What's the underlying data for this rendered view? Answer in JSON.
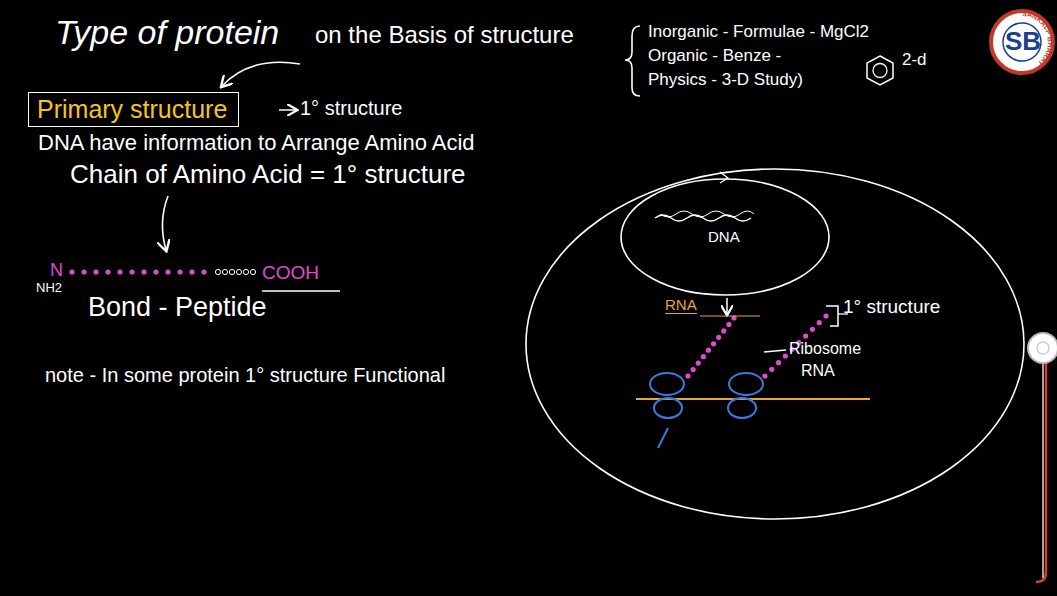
{
  "diagram": {
    "title": "Type of protein",
    "nodes": [
      {
        "text": [
          "Primary structure"
        ]
      },
      {
        "text": [
          "RNA",
          "1° structure",
          "Ribosome",
          "RNA"
        ]
      },
      {
        "text": [
          "DNA"
        ],
        "in": 1
      }
    ],
    "labels": [
      "on the Basis of structure",
      "Inorganic - Formulae - MgCl2",
      "Organic - Benze -",
      "2-d",
      "Physics - 3-D Study)",
      "1° structure",
      "DNA have information to Arrange Amino Acid",
      "Chain of Amino Acid = 1° structure",
      "N",
      "COOH",
      "NH2",
      "Bond - Peptide",
      "note - In some protein 1° structure Functional",
      "SB",
      "SANKALP BHARAT"
    ]
  }
}
